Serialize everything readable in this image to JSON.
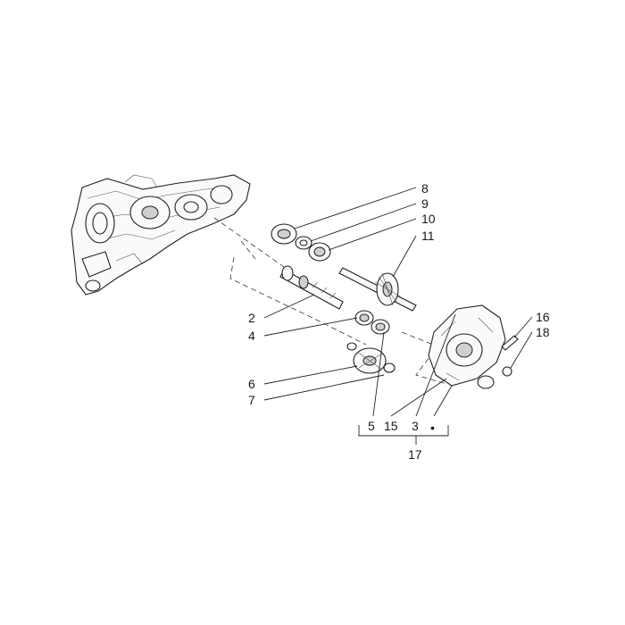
{
  "callouts": [
    {
      "id": "c8",
      "text": "8"
    },
    {
      "id": "c9",
      "text": "9"
    },
    {
      "id": "c10",
      "text": "10"
    },
    {
      "id": "c11",
      "text": "11"
    },
    {
      "id": "c2",
      "text": "2"
    },
    {
      "id": "c4",
      "text": "4"
    },
    {
      "id": "c6",
      "text": "6"
    },
    {
      "id": "c7",
      "text": "7"
    },
    {
      "id": "c16",
      "text": "16"
    },
    {
      "id": "c18",
      "text": "18"
    },
    {
      "id": "c5",
      "text": "5"
    },
    {
      "id": "c15",
      "text": "15"
    },
    {
      "id": "c3",
      "text": "3"
    },
    {
      "id": "c17",
      "text": "17"
    }
  ],
  "group_marker": "•"
}
